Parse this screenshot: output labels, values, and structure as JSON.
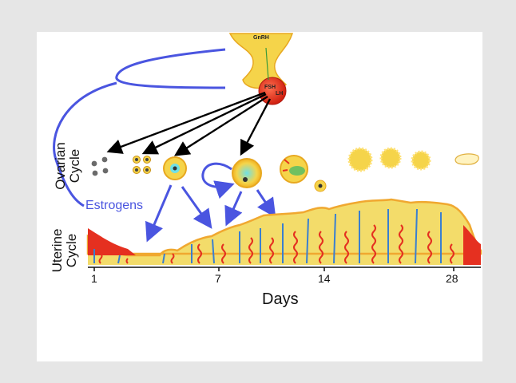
{
  "labels": {
    "gnrh": "GnRH",
    "fsh": "FSH",
    "lh": "LH",
    "estrogens": "Estrogens",
    "ovarian_cycle": "Ovarian\nCycle",
    "uterine_cycle": "Uterine\nCycle",
    "days_axis": "Days"
  },
  "day_ticks": [
    "1",
    "7",
    "14",
    "28"
  ],
  "colors": {
    "background": "#e6e6e6",
    "panel": "#ffffff",
    "estrogen_arrow": "#4a55e0",
    "hormone_arrow": "#000000",
    "gland_yellow": "#f5d44a",
    "endometrium_yellow": "#f3dc6a",
    "blood_red": "#e53020",
    "vessel_blue": "#3a7fd0"
  }
}
